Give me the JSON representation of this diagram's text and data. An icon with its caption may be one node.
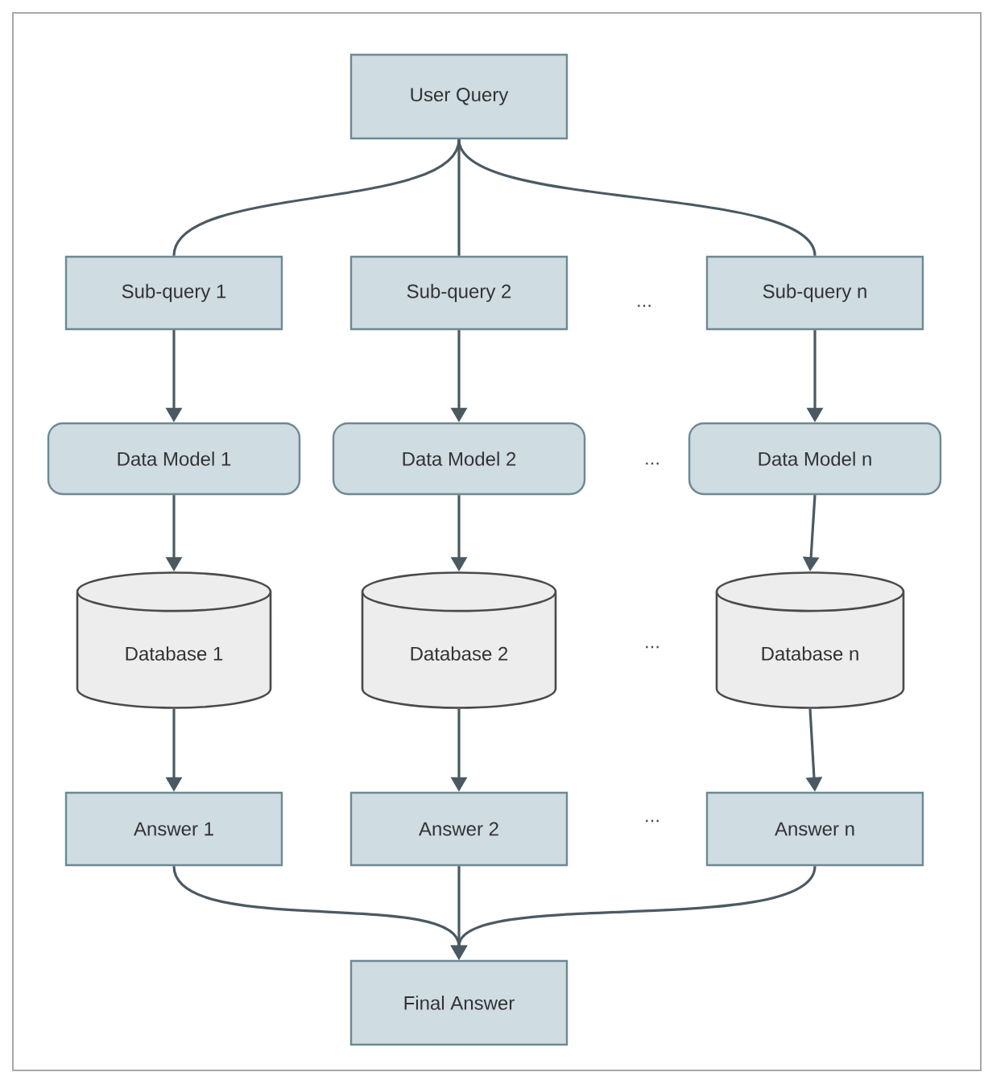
{
  "diagram": {
    "nodes": [
      {
        "text": [
          "User Query"
        ]
      },
      {
        "text": [
          "Sub-query 1"
        ]
      },
      {
        "text": [
          "Sub-query 2"
        ]
      },
      {
        "text": [
          "Sub-query n"
        ]
      },
      {
        "text": [
          "Data Model 1"
        ]
      },
      {
        "text": [
          "Data Model 2"
        ]
      },
      {
        "text": [
          "Data Model n"
        ]
      },
      {
        "text": [
          "Database 1"
        ]
      },
      {
        "text": [
          "Database 2"
        ]
      },
      {
        "text": [
          "Database n"
        ]
      },
      {
        "text": [
          "Answer 1"
        ]
      },
      {
        "text": [
          "Answer 2"
        ]
      },
      {
        "text": [
          "Answer n"
        ]
      },
      {
        "text": [
          "Final Answer"
        ]
      }
    ],
    "edges": [
      {
        "from": 0,
        "to": 1,
        "arrow": "none"
      },
      {
        "from": 0,
        "to": 2,
        "arrow": "none"
      },
      {
        "from": 0,
        "to": 3,
        "arrow": "none"
      },
      {
        "from": 1,
        "to": 4,
        "arrow": "to"
      },
      {
        "from": 2,
        "to": 5,
        "arrow": "to"
      },
      {
        "from": 3,
        "to": 6,
        "arrow": "to"
      },
      {
        "from": 4,
        "to": 7,
        "arrow": "to"
      },
      {
        "from": 5,
        "to": 8,
        "arrow": "to"
      },
      {
        "from": 6,
        "to": 9,
        "arrow": "to"
      },
      {
        "from": 7,
        "to": 10,
        "arrow": "to"
      },
      {
        "from": 8,
        "to": 11,
        "arrow": "to"
      },
      {
        "from": 9,
        "to": 12,
        "arrow": "to"
      },
      {
        "from": 10,
        "to": 13,
        "arrow": "to"
      },
      {
        "from": 11,
        "to": 13,
        "arrow": "to"
      },
      {
        "from": 12,
        "to": 13,
        "arrow": "to"
      }
    ],
    "labels": [
      "...",
      "...",
      "...",
      "..."
    ]
  }
}
